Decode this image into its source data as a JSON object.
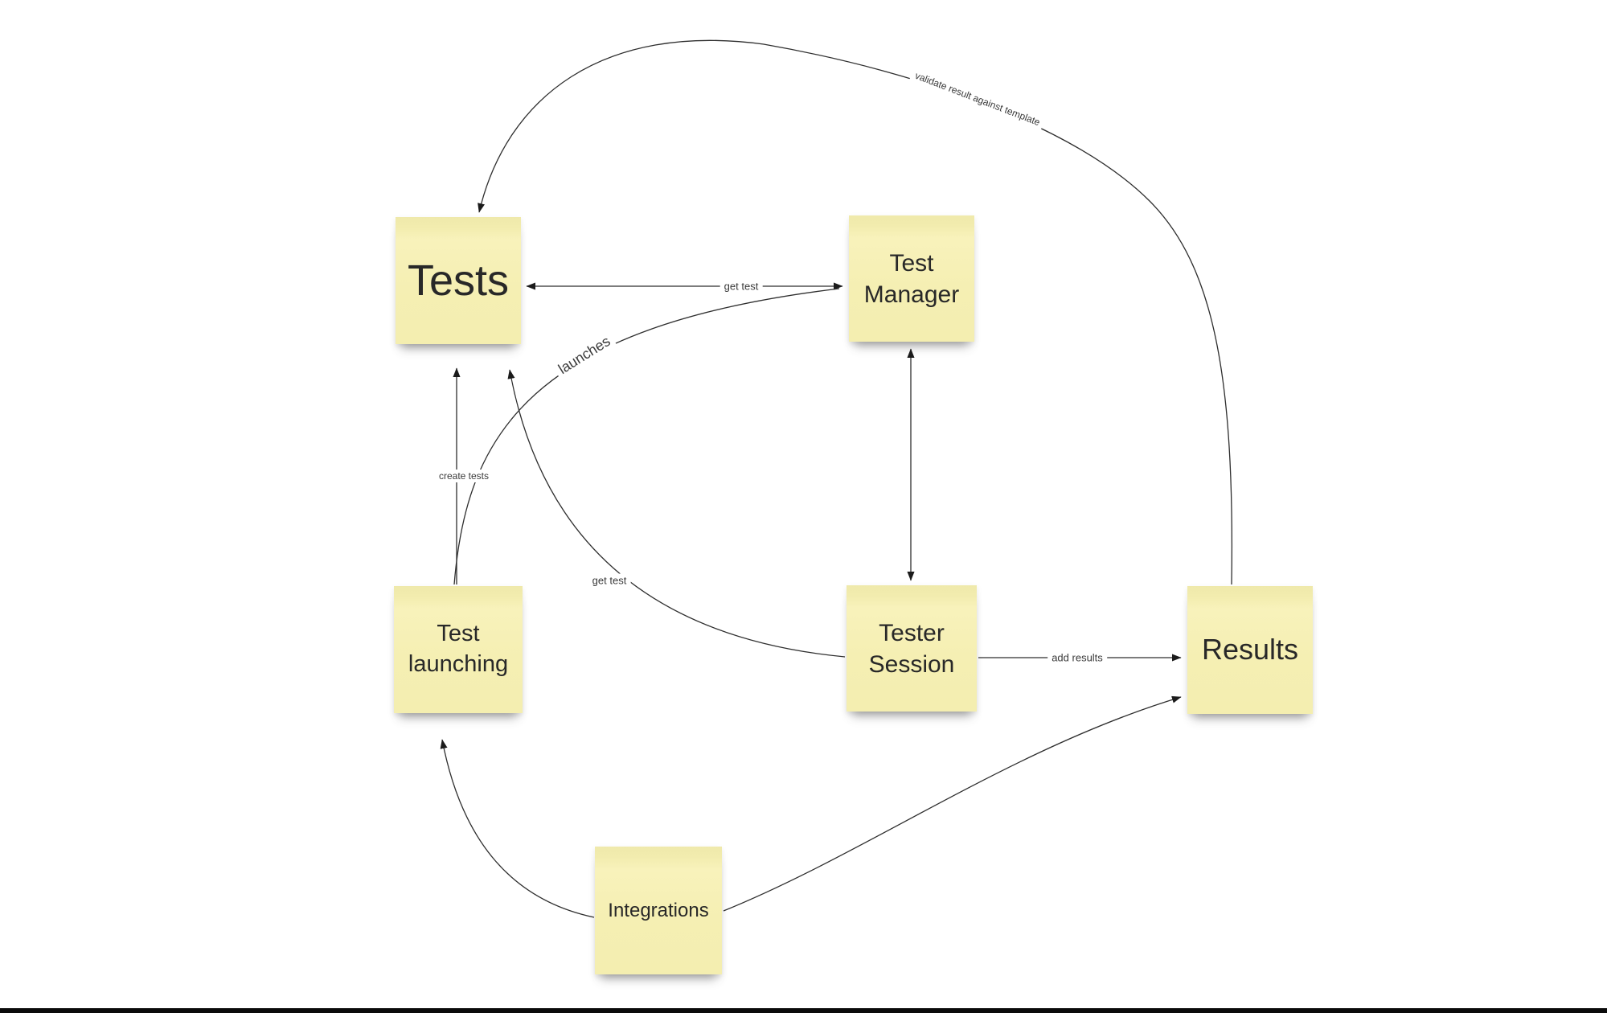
{
  "canvas": {
    "background_color": "#ffffff",
    "note_color": "#f5efb3",
    "line_color": "#2e2e2e",
    "text_color": "#282828",
    "bottom_bar_color": "#0b0b0b"
  },
  "notes": [
    {
      "id": "tests",
      "label": "Tests"
    },
    {
      "id": "test-manager",
      "label": "Test Manager"
    },
    {
      "id": "test-launching",
      "label": "Test launching"
    },
    {
      "id": "tester-session",
      "label": "Tester Session"
    },
    {
      "id": "results",
      "label": "Results"
    },
    {
      "id": "integrations",
      "label": "Integrations"
    }
  ],
  "edges": [
    {
      "id": "get-test-top",
      "label": "get test",
      "from": "Tests",
      "to": "Test Manager",
      "direction": "both"
    },
    {
      "id": "launches",
      "label": "launches",
      "from": "Test launching",
      "to": "Test Manager",
      "direction": "one-way"
    },
    {
      "id": "create-tests",
      "label": "create tests",
      "from": "Test launching",
      "to": "Tests",
      "direction": "one-way"
    },
    {
      "id": "get-test-bottom",
      "label": "get test",
      "from": "Tester Session",
      "to": "Tests",
      "direction": "one-way"
    },
    {
      "id": "manager-session",
      "label": "",
      "from": "Test Manager",
      "to": "Tester Session",
      "direction": "both"
    },
    {
      "id": "add-results",
      "label": "add results",
      "from": "Tester Session",
      "to": "Results",
      "direction": "one-way"
    },
    {
      "id": "validate",
      "label": "validate result against template",
      "from": "Results",
      "to": "Tests",
      "direction": "one-way"
    },
    {
      "id": "integrations-launching",
      "label": "",
      "from": "Integrations",
      "to": "Test launching",
      "direction": "one-way"
    },
    {
      "id": "integrations-results",
      "label": "",
      "from": "Integrations",
      "to": "Results",
      "direction": "one-way"
    }
  ]
}
